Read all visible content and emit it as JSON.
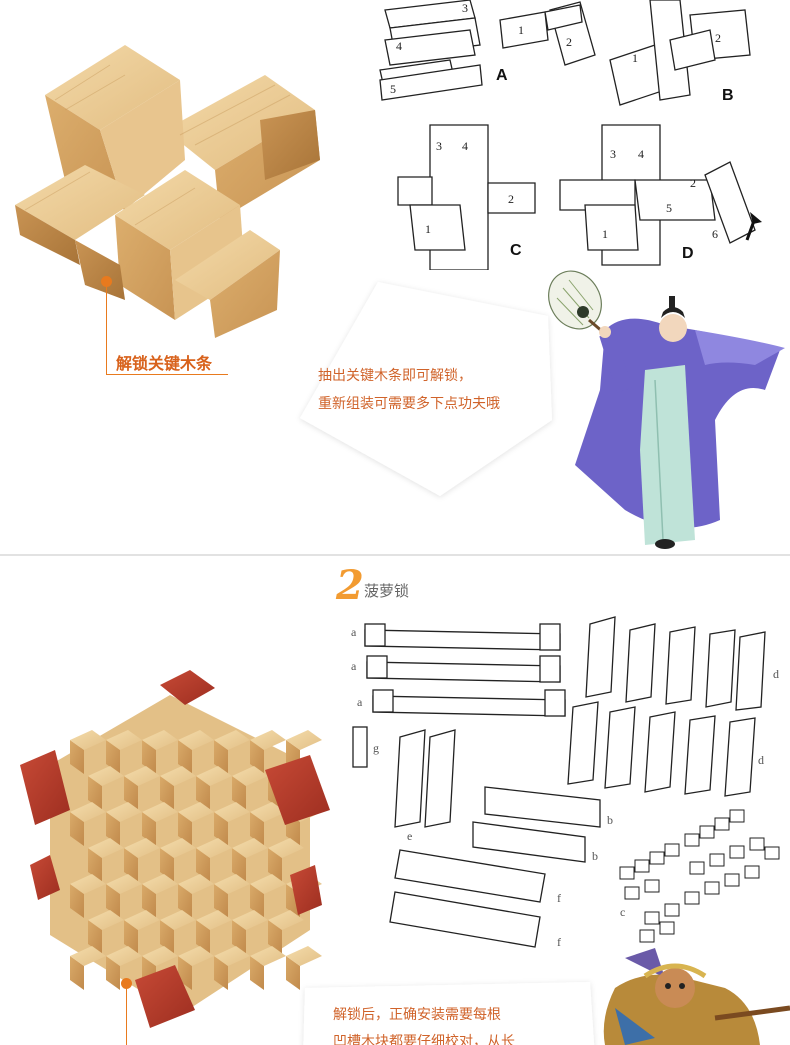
{
  "section1": {
    "pointer_label": "解锁关键木条",
    "callout_lines": [
      "抽出关键木条即可解锁，",
      "重新组装可需要多下点功夫哦"
    ],
    "diagram_labels": [
      "A",
      "B",
      "C",
      "D"
    ],
    "piece_numbers": {
      "A": [
        "3",
        "1",
        "4",
        "2",
        "5"
      ],
      "B": [
        "1",
        "2"
      ],
      "C": [
        "3",
        "4",
        "2",
        "1"
      ],
      "D": [
        "3",
        "4",
        "2",
        "5",
        "1",
        "6"
      ]
    }
  },
  "section2": {
    "number": "2",
    "title": "菠萝锁",
    "piece_tags": [
      "a",
      "a",
      "a",
      "g",
      "e",
      "d",
      "d",
      "b",
      "b",
      "f",
      "f",
      "c"
    ],
    "callout_lines": [
      "解锁后，正确安装需要每根",
      "凹槽木块都要仔细校对，从长"
    ]
  },
  "colors": {
    "accent_orange": "#e87a1e",
    "label_orange": "#d8621c",
    "heading_number": "#f29b31",
    "wood_light": "#e6c089",
    "wood_red": "#b23a2a",
    "divider": "#e2e2e2"
  }
}
